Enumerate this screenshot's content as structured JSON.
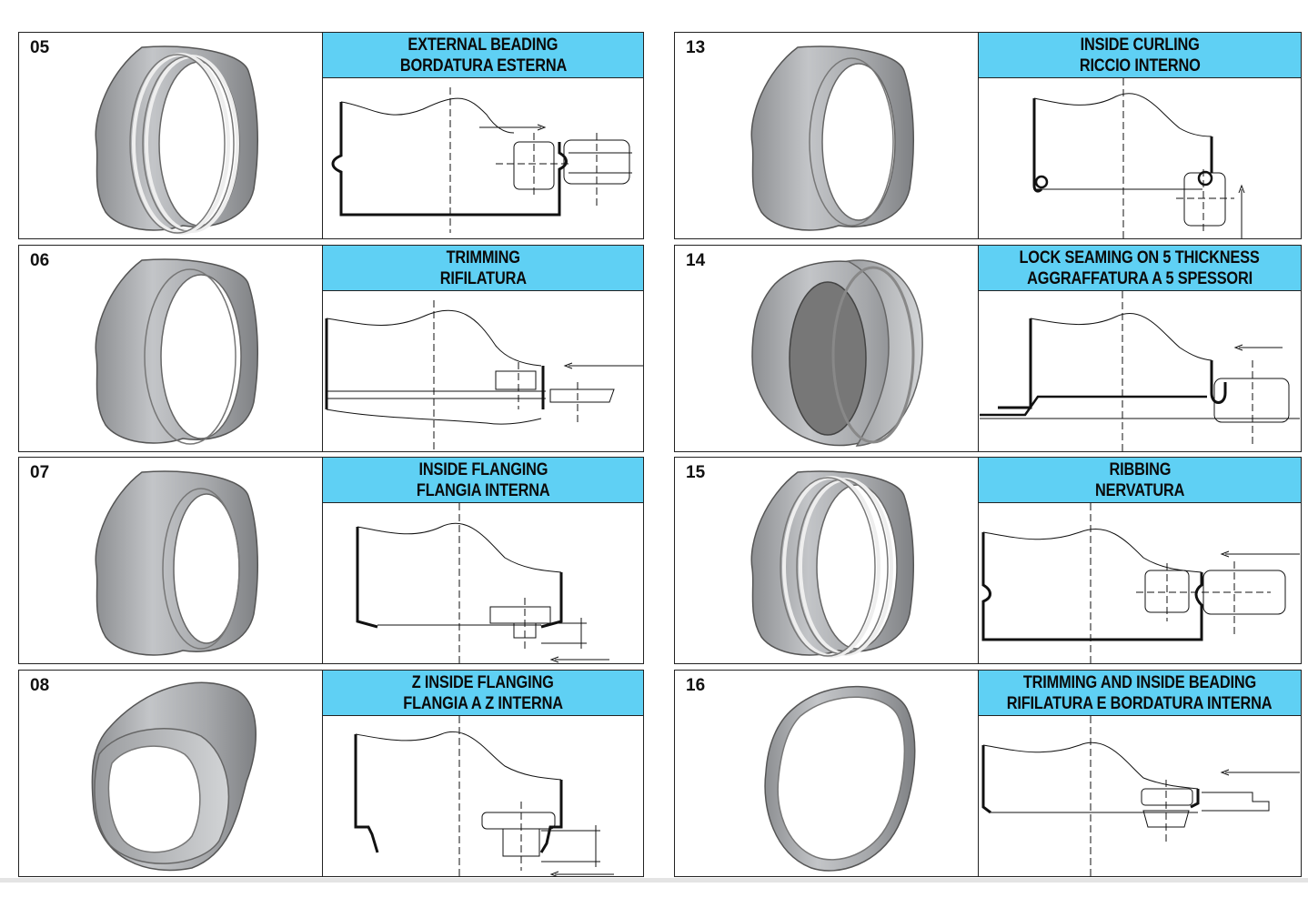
{
  "cards": [
    {
      "num": "05",
      "title1": "EXTERNAL BEADING",
      "title2": "BORDATURA ESTERNA",
      "ring": "double-bead"
    },
    {
      "num": "06",
      "title1": "TRIMMING",
      "title2": "RIFILATURA",
      "ring": "plain"
    },
    {
      "num": "07",
      "title1": "INSIDE FLANGING",
      "title2": "FLANGIA INTERNA",
      "ring": "plain"
    },
    {
      "num": "08",
      "title1": "Z INSIDE FLANGING",
      "title2": "FLANGIA A Z INTERNA",
      "ring": "step"
    },
    {
      "num": "13",
      "title1": "INSIDE CURLING",
      "title2": "RICCIO INTERNO",
      "ring": "plain"
    },
    {
      "num": "14",
      "title1": "LOCK SEAMING ON 5 THICKNESS",
      "title2": "AGGRAFFATURA A 5 SPESSORI",
      "ring": "seam"
    },
    {
      "num": "15",
      "title1": "RIBBING",
      "title2": "NERVATURA",
      "ring": "double-bead"
    },
    {
      "num": "16",
      "title1": "TRIMMING AND INSIDE BEADING",
      "title2": "RIFILATURA E BORDATURA INTERNA",
      "ring": "thin"
    }
  ],
  "colors": {
    "header": "#5fd0f4",
    "ring": "#a9abae",
    "border": "#222222"
  }
}
